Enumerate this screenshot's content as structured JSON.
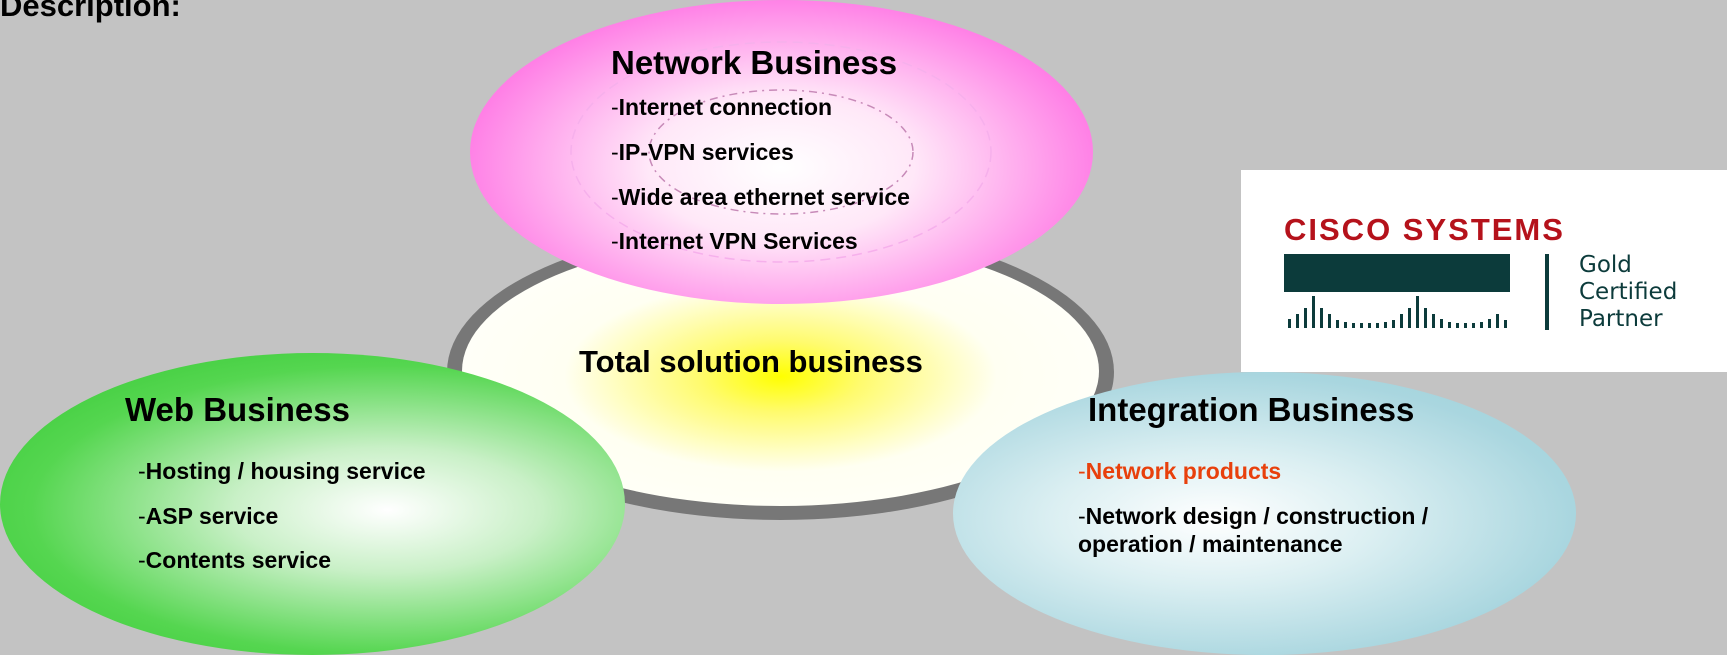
{
  "page_heading": "Description:",
  "center": {
    "title": "Total solution business"
  },
  "network": {
    "title": "Network Business",
    "items": [
      "Internet connection",
      "IP-VPN services",
      "Wide area ethernet service",
      "Internet VPN Services"
    ]
  },
  "web": {
    "title": "Web Business",
    "items": [
      "Hosting / housing service",
      "ASP service",
      "Contents service"
    ]
  },
  "integration": {
    "title": "Integration Business",
    "items": [
      "Network products",
      "Network design / construction /",
      "operation / maintenance"
    ],
    "highlight_color": "#e8400c"
  },
  "logo": {
    "brand": "Cisco Systems",
    "partner_lines": [
      "Gold",
      "Certified",
      "Partner"
    ]
  },
  "dash": "-",
  "colors": {
    "background": "#c3c3c3",
    "network": "#f54fe0",
    "web": "#2dc52d",
    "integration": "#9ccfd9",
    "center_core": "#ffff00",
    "cisco_red": "#b5121b",
    "cisco_teal": "#0c3b3b"
  }
}
